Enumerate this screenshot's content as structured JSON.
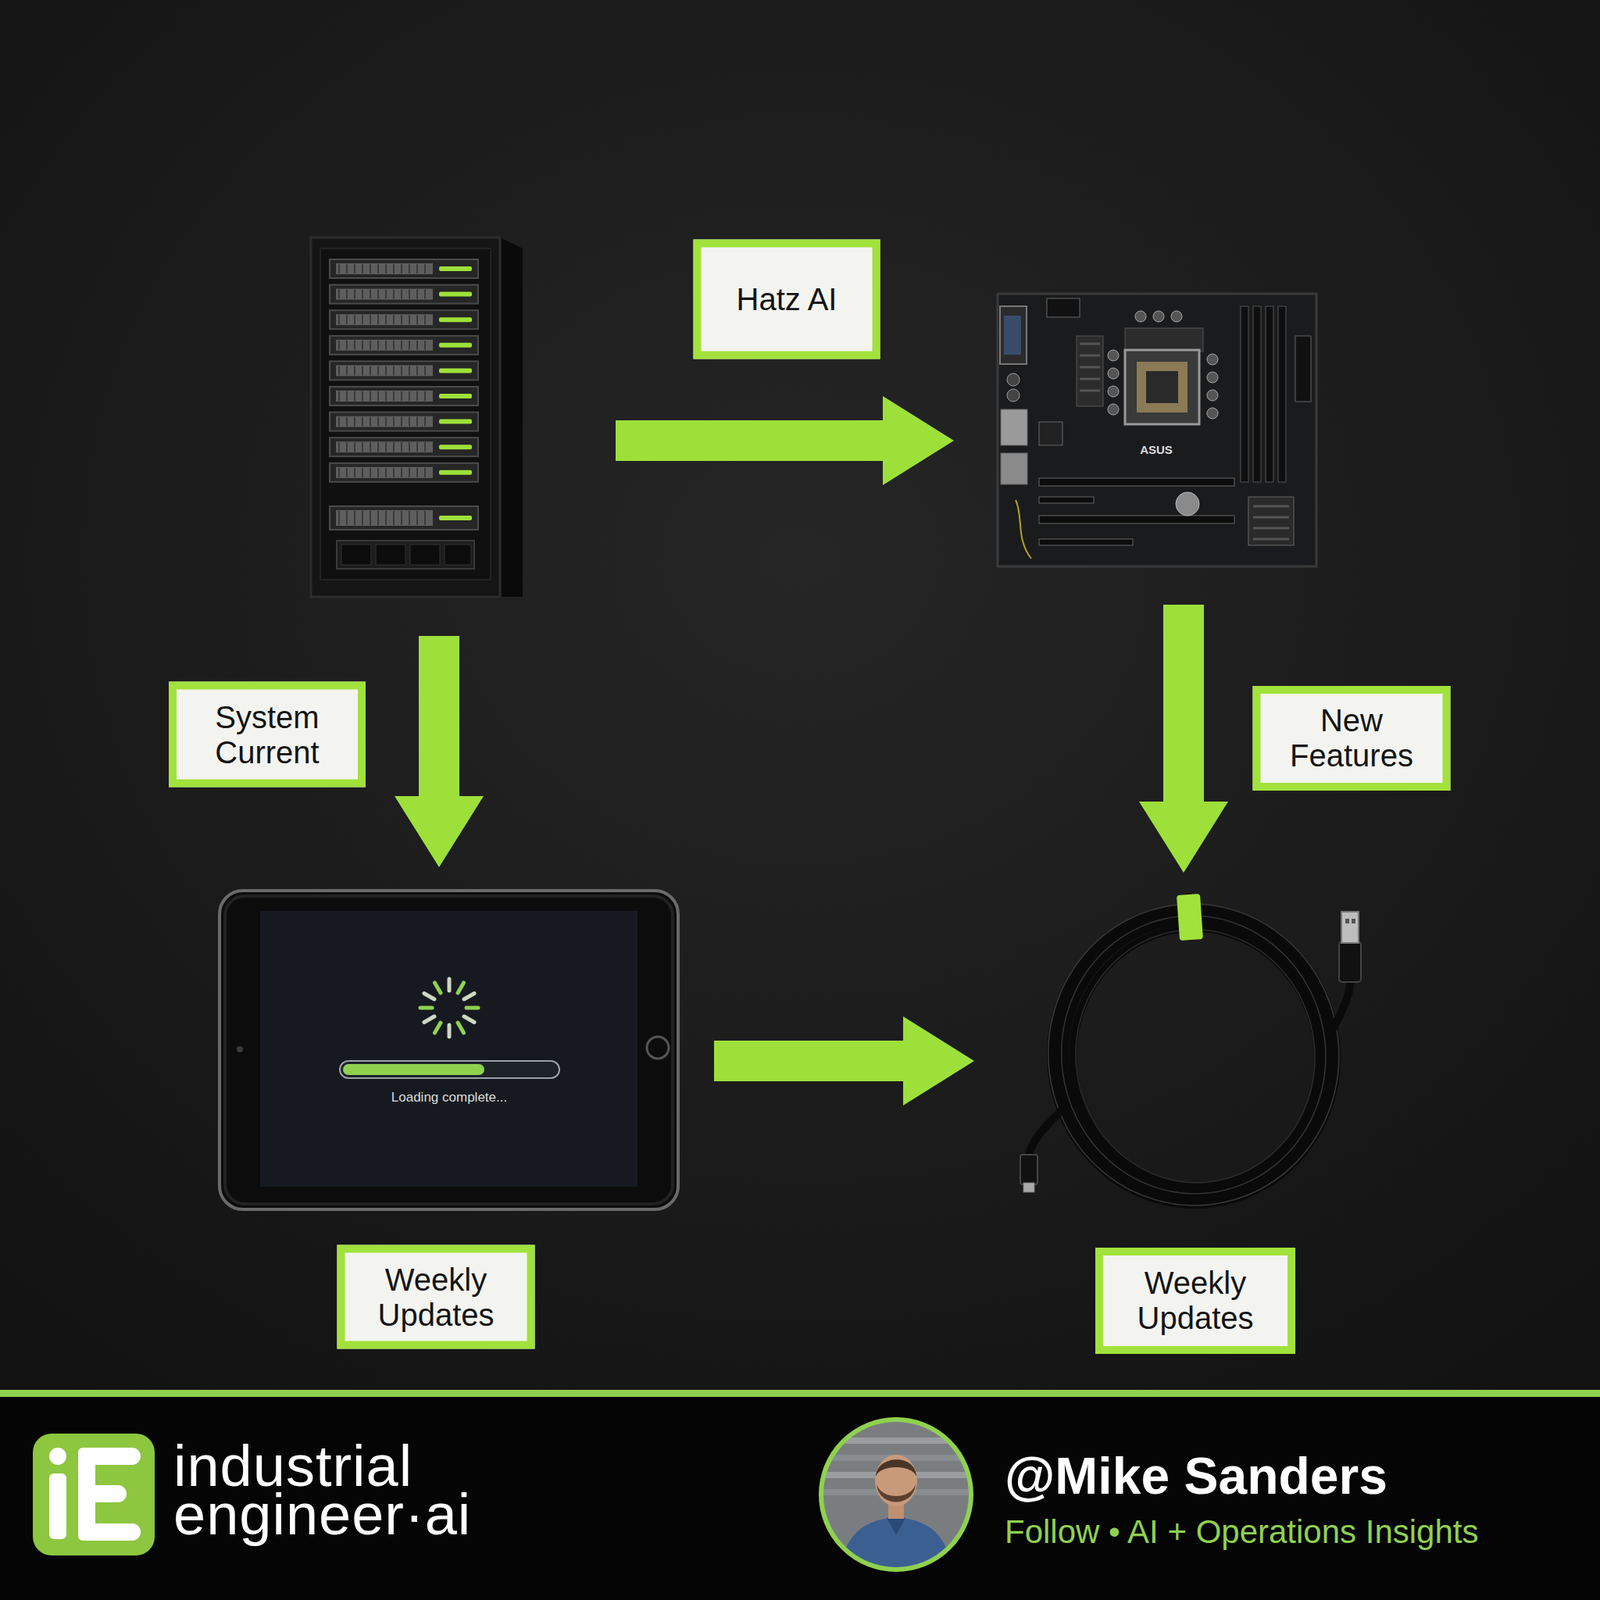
{
  "diagram": {
    "nodes": [
      {
        "text": []
      },
      {
        "text": [
          "ASUS"
        ]
      },
      {
        "text": [
          "Loading complete...",
          "Weekly Updates"
        ]
      },
      {
        "text": [
          "Weekly Updates"
        ]
      }
    ],
    "edges": [
      {
        "from": 0,
        "to": 1,
        "arrow": "to",
        "label": "Hatz AI"
      },
      {
        "from": 0,
        "to": 2,
        "arrow": "to",
        "label": "System Current"
      },
      {
        "from": 1,
        "to": 3,
        "arrow": "to",
        "label": "New Features"
      },
      {
        "from": 2,
        "to": 3,
        "arrow": "to"
      }
    ],
    "labels": [
      "industrial engineer·ai",
      "@Mike Sanders",
      "Follow • AI + Operations Insights"
    ]
  }
}
